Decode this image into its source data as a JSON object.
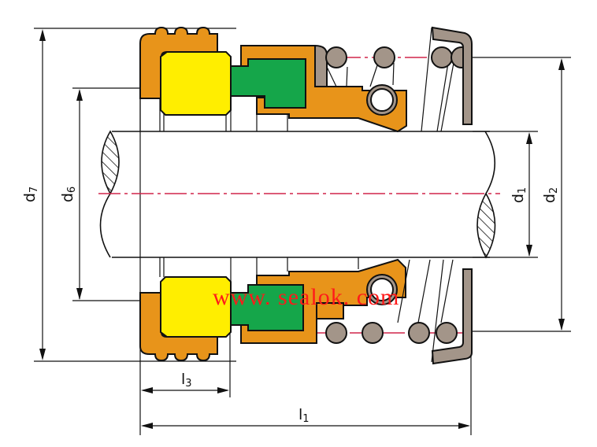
{
  "drawing": {
    "title": "Mechanical seal cross-section",
    "dimensions": {
      "d7": {
        "letter": "d",
        "sub": "7"
      },
      "d6": {
        "letter": "d",
        "sub": "6"
      },
      "d1": {
        "letter": "d",
        "sub": "1"
      },
      "d2": {
        "letter": "d",
        "sub": "2"
      },
      "l3": {
        "letter": "l",
        "sub": "3"
      },
      "l1": {
        "letter": "l",
        "sub": "1"
      }
    },
    "watermark": "www. sealok. com",
    "colors": {
      "housing": "#e8941a",
      "seat": "#ffee00",
      "face": "#15a64a",
      "spring": "#a39589",
      "centerline": "#d0254a",
      "watermark": "#ff1a1a"
    }
  }
}
